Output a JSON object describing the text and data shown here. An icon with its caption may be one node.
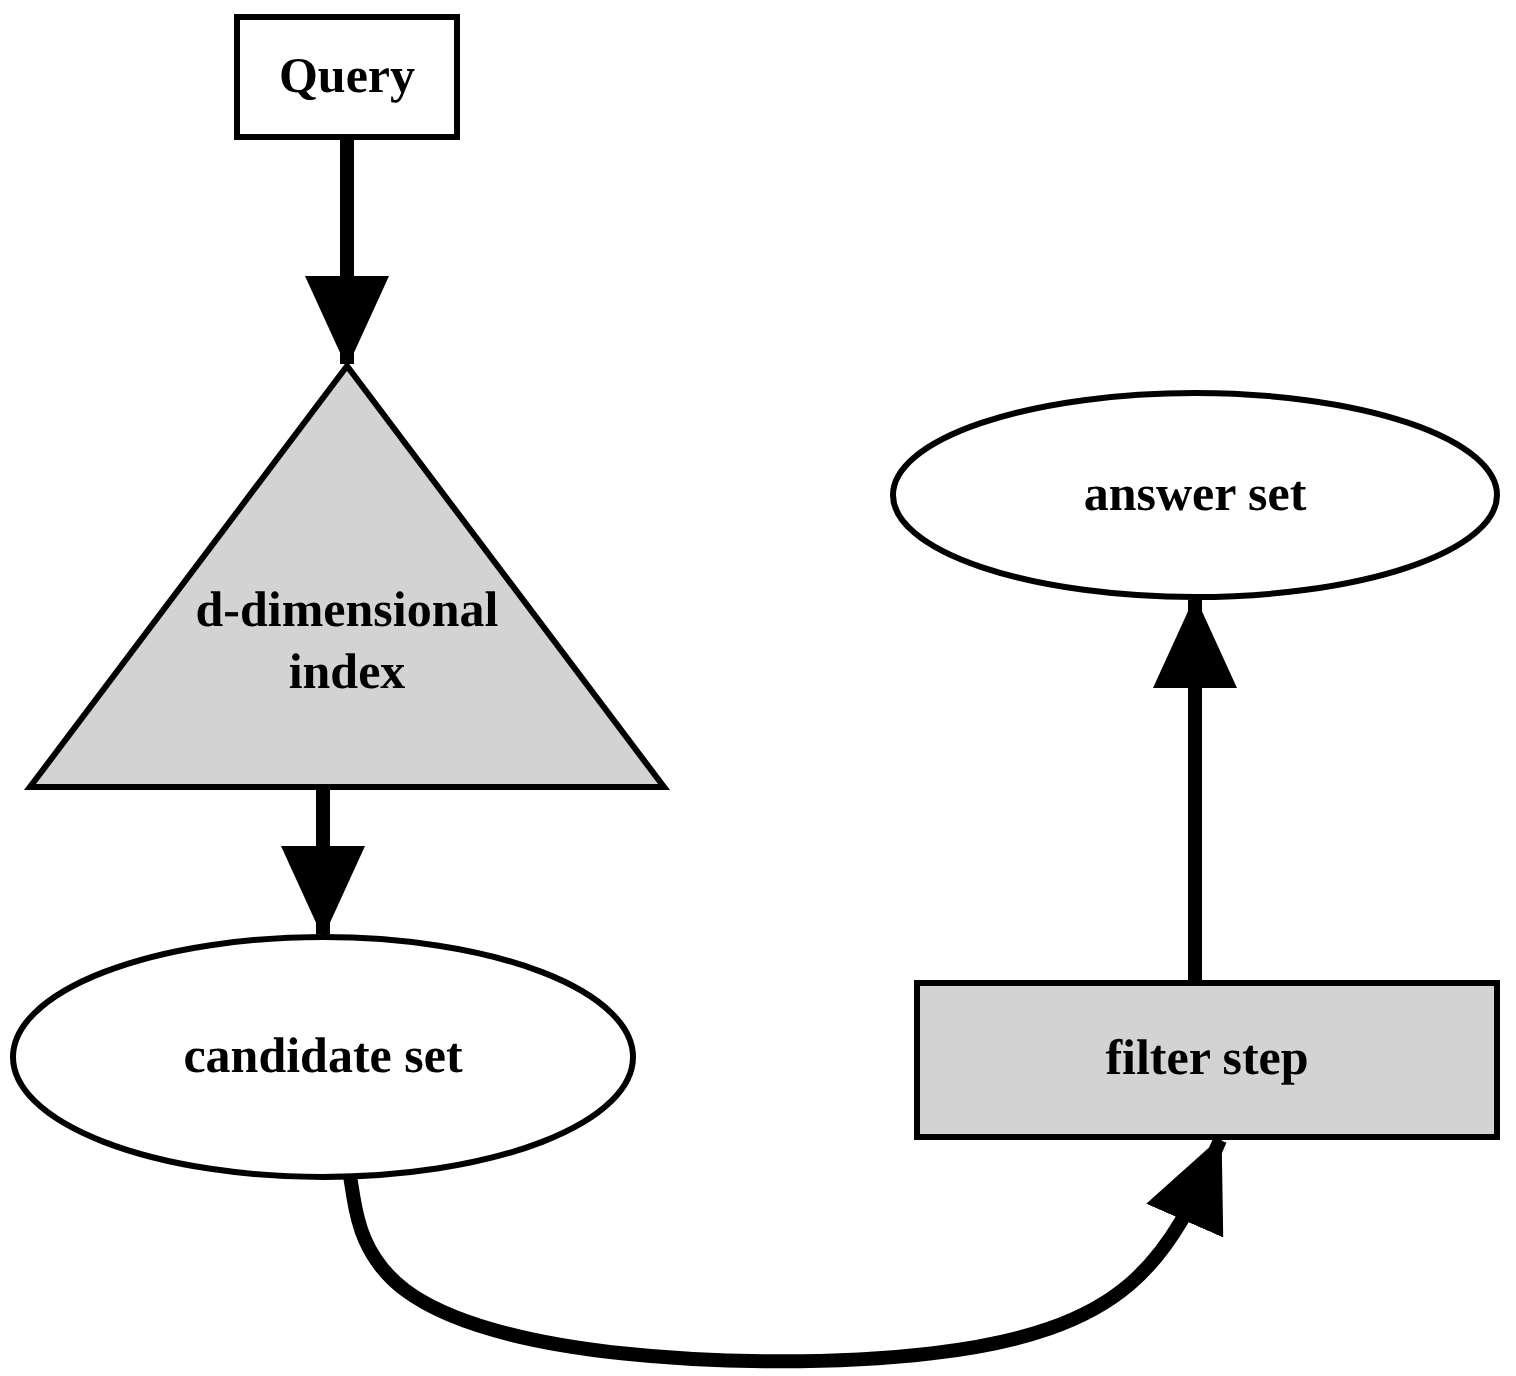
{
  "diagram": {
    "nodes": [
      {
        "text": [
          "Query"
        ]
      },
      {
        "text": [
          "d-dimensional index"
        ]
      },
      {
        "text": [
          "candidate set"
        ]
      },
      {
        "text": [
          "filter step"
        ]
      },
      {
        "text": [
          "answer set"
        ]
      }
    ],
    "edges": [
      {
        "from": 0,
        "to": 1,
        "arrow": "to"
      },
      {
        "from": 1,
        "to": 2,
        "arrow": "to"
      },
      {
        "from": 2,
        "to": 3,
        "arrow": "to"
      },
      {
        "from": 3,
        "to": 4,
        "arrow": "to"
      }
    ]
  }
}
